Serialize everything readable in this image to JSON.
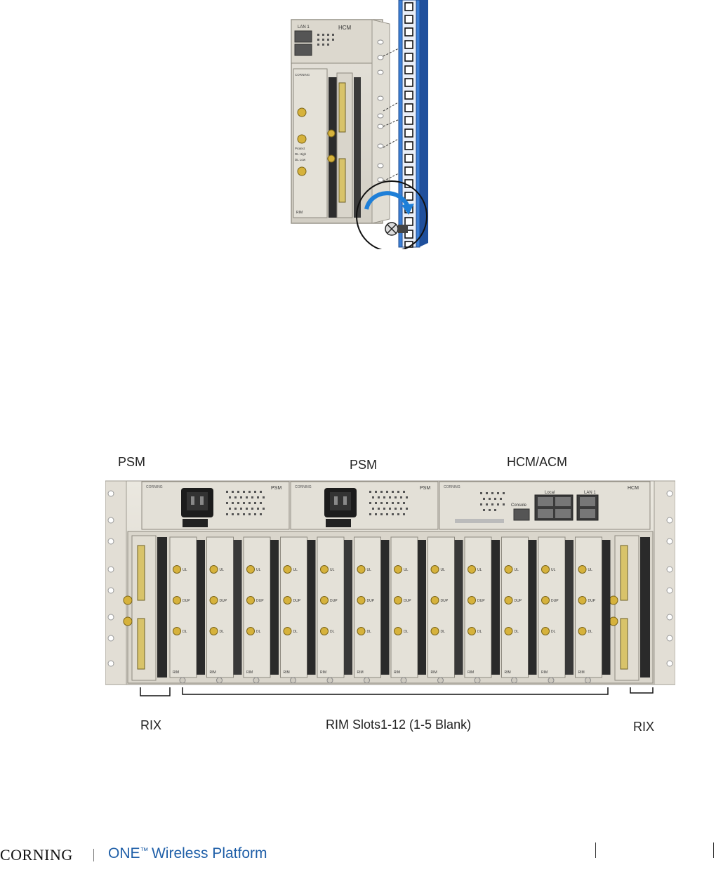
{
  "figure1": {
    "labels": {
      "lan": "LAN 1",
      "hcm": "HCM",
      "brand": "CORNING",
      "protect": "Protect",
      "dl_high": "DL High",
      "dl_low": "DL Low",
      "rim": "RIM"
    }
  },
  "figure2": {
    "top_labels": {
      "psm_left": "PSM",
      "psm_center": "PSM",
      "hcm_acm": "HCM/ACM"
    },
    "bottom_labels": {
      "rix_left": "RIX",
      "rim_slots": "RIM Slots1-12 (1-5 Blank)",
      "rix_right": "RIX"
    },
    "panel_labels": {
      "psm": "PSM",
      "hcm": "HCM",
      "console": "Console",
      "local": "Local",
      "lan": "LAN 1",
      "brand": "CORNING"
    },
    "card_labels": {
      "ul": "UL",
      "dup": "DUP",
      "dl": "DL",
      "rim": "RIM"
    }
  },
  "footer": {
    "brand": "CORNING",
    "one": "ONE",
    "tm": "™",
    "product": "Wireless Platform"
  }
}
